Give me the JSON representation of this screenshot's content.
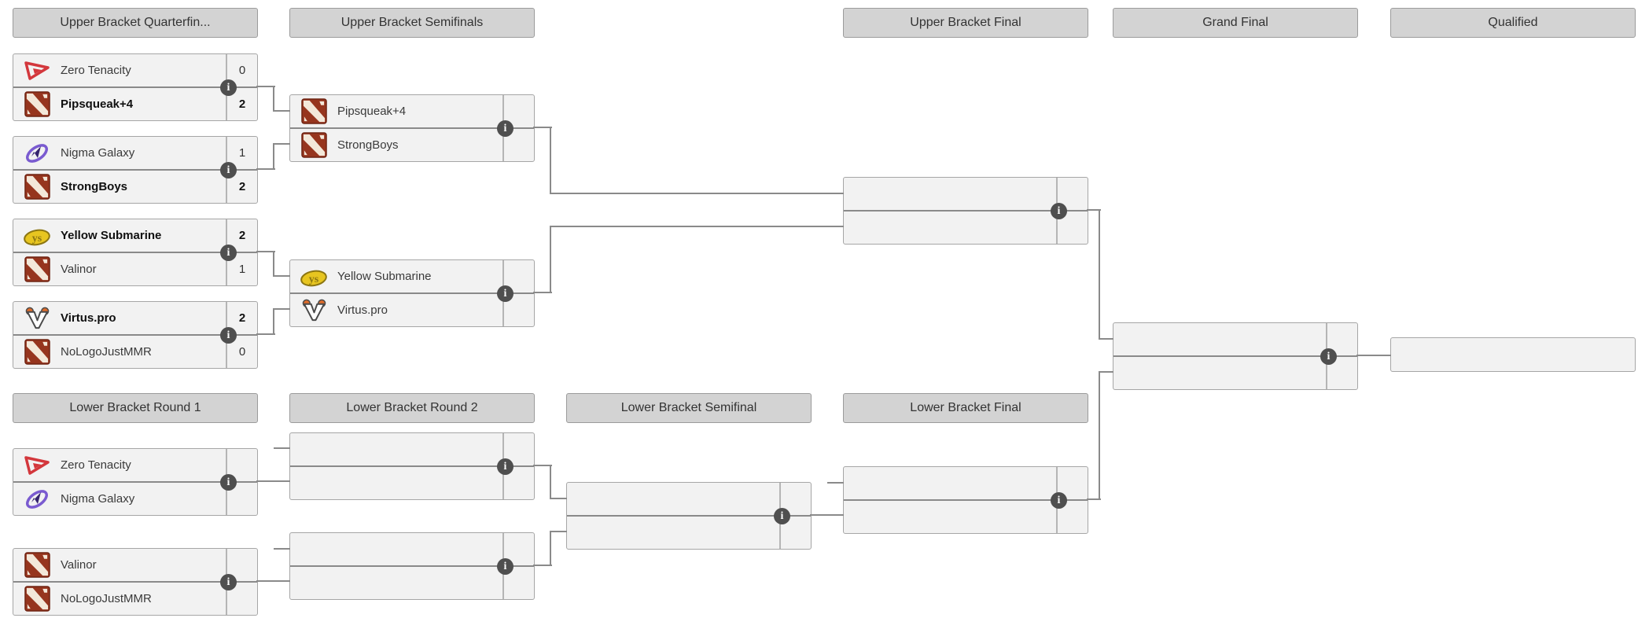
{
  "headers": {
    "upper_quarterfinals": "Upper Bracket Quarterfin...",
    "upper_semifinals": "Upper Bracket Semifinals",
    "upper_final": "Upper Bracket Final",
    "grand_final": "Grand Final",
    "qualified": "Qualified",
    "lower_round1": "Lower Bracket Round 1",
    "lower_round2": "Lower Bracket Round 2",
    "lower_semifinal": "Lower Bracket Semifinal",
    "lower_final": "Lower Bracket Final"
  },
  "glyphs": {
    "info": "i"
  },
  "colors": {
    "header_bg": "#d3d3d3",
    "header_border": "#9b9b9b",
    "box_bg": "#f2f2f2",
    "box_border": "#a6a6a6",
    "divider": "#8a8a8a",
    "connector": "#8a8a8a",
    "score_sep": "#b5b5b5",
    "info_bg": "#4f4f4f",
    "dota_red": "#96351e",
    "dota_slash": "#f3e8d9",
    "zt_red": "#d3373c",
    "nigma_purple": "#7a5bd0",
    "nigma_dark": "#35246e",
    "ys_yellow": "#e7c520",
    "ys_outline": "#8c7612",
    "vp_orange": "#e06c2b",
    "vp_outline": "#4a4a4a"
  },
  "matches": {
    "ubqf1": {
      "top": {
        "name": "Zero Tenacity",
        "logo": "zero-tenacity",
        "score": "0",
        "winner": false
      },
      "bottom": {
        "name": "Pipsqueak+4",
        "logo": "dota-default",
        "score": "2",
        "winner": true
      }
    },
    "ubqf2": {
      "top": {
        "name": "Nigma Galaxy",
        "logo": "nigma-galaxy",
        "score": "1",
        "winner": false
      },
      "bottom": {
        "name": "StrongBoys",
        "logo": "dota-default",
        "score": "2",
        "winner": true
      }
    },
    "ubqf3": {
      "top": {
        "name": "Yellow Submarine",
        "logo": "yellow-submarine",
        "score": "2",
        "winner": true
      },
      "bottom": {
        "name": "Valinor",
        "logo": "dota-default",
        "score": "1",
        "winner": false
      }
    },
    "ubqf4": {
      "top": {
        "name": "Virtus.pro",
        "logo": "virtus-pro",
        "score": "2",
        "winner": true
      },
      "bottom": {
        "name": "NoLogoJustMMR",
        "logo": "dota-default",
        "score": "0",
        "winner": false
      }
    },
    "ubsf1": {
      "top": {
        "name": "Pipsqueak+4",
        "logo": "dota-default",
        "score": "",
        "winner": false
      },
      "bottom": {
        "name": "StrongBoys",
        "logo": "dota-default",
        "score": "",
        "winner": false
      }
    },
    "ubsf2": {
      "top": {
        "name": "Yellow Submarine",
        "logo": "yellow-submarine",
        "score": "",
        "winner": false
      },
      "bottom": {
        "name": "Virtus.pro",
        "logo": "virtus-pro",
        "score": "",
        "winner": false
      }
    },
    "ubfinal": {
      "top": {
        "name": "",
        "logo": "",
        "score": "",
        "winner": false
      },
      "bottom": {
        "name": "",
        "logo": "",
        "score": "",
        "winner": false
      }
    },
    "grandfinal": {
      "top": {
        "name": "",
        "logo": "",
        "score": "",
        "winner": false
      },
      "bottom": {
        "name": "",
        "logo": "",
        "score": "",
        "winner": false
      }
    },
    "lbr1m1": {
      "top": {
        "name": "Zero Tenacity",
        "logo": "zero-tenacity",
        "score": "",
        "winner": false
      },
      "bottom": {
        "name": "Nigma Galaxy",
        "logo": "nigma-galaxy",
        "score": "",
        "winner": false
      }
    },
    "lbr1m2": {
      "top": {
        "name": "Valinor",
        "logo": "dota-default",
        "score": "",
        "winner": false
      },
      "bottom": {
        "name": "NoLogoJustMMR",
        "logo": "dota-default",
        "score": "",
        "winner": false
      }
    },
    "lbr2m1": {
      "top": {
        "name": "",
        "logo": "",
        "score": "",
        "winner": false
      },
      "bottom": {
        "name": "",
        "logo": "",
        "score": "",
        "winner": false
      }
    },
    "lbr2m2": {
      "top": {
        "name": "",
        "logo": "",
        "score": "",
        "winner": false
      },
      "bottom": {
        "name": "",
        "logo": "",
        "score": "",
        "winner": false
      }
    },
    "lbsf": {
      "top": {
        "name": "",
        "logo": "",
        "score": "",
        "winner": false
      },
      "bottom": {
        "name": "",
        "logo": "",
        "score": "",
        "winner": false
      }
    },
    "lbfinal": {
      "top": {
        "name": "",
        "logo": "",
        "score": "",
        "winner": false
      },
      "bottom": {
        "name": "",
        "logo": "",
        "score": "",
        "winner": false
      }
    }
  },
  "qualified_slot": {
    "name": ""
  }
}
